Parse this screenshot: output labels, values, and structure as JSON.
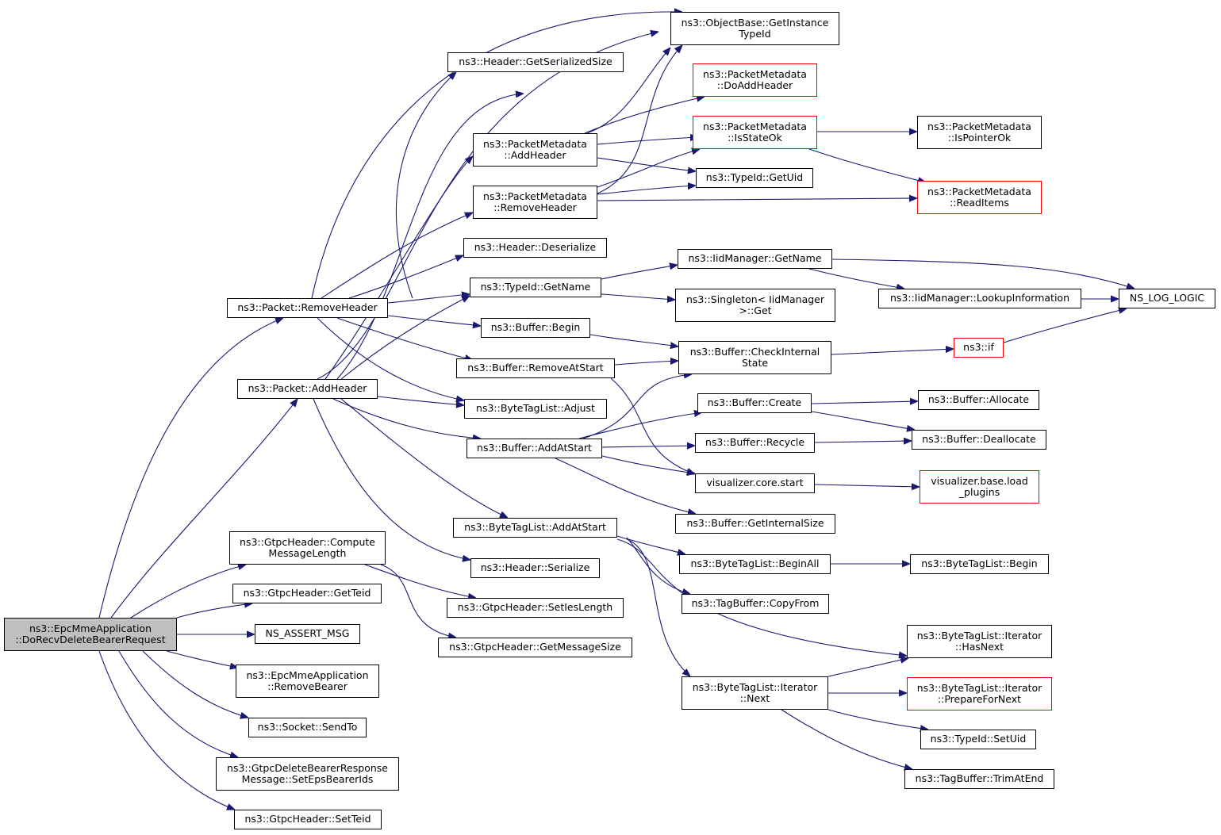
{
  "graph": {
    "edge_color": "#191970",
    "border_colors": {
      "normal": "#000000",
      "truncated": "#ff0000"
    },
    "root_fill": "#bfbfbf",
    "nodes": {
      "root": {
        "lines": [
          "ns3::EpcMmeApplication",
          "::DoRecvDeleteBearerRequest"
        ],
        "style": "root"
      },
      "removeHeader": {
        "lines": [
          "ns3::Packet::RemoveHeader"
        ],
        "style": "normal"
      },
      "addHeader": {
        "lines": [
          "ns3::Packet::AddHeader"
        ],
        "style": "normal"
      },
      "computeLen": {
        "lines": [
          "ns3::GtpcHeader::Compute",
          "MessageLength"
        ],
        "style": "normal"
      },
      "getTeid": {
        "lines": [
          "ns3::GtpcHeader::GetTeid"
        ],
        "style": "normal"
      },
      "nsAssert": {
        "lines": [
          "NS_ASSERT_MSG"
        ],
        "style": "normal"
      },
      "removeBearer": {
        "lines": [
          "ns3::EpcMmeApplication",
          "::RemoveBearer"
        ],
        "style": "normal"
      },
      "sendTo": {
        "lines": [
          "ns3::Socket::SendTo"
        ],
        "style": "normal"
      },
      "setEps": {
        "lines": [
          "ns3::GtpcDeleteBearerResponse",
          "Message::SetEpsBearerIds"
        ],
        "style": "normal"
      },
      "setTeid": {
        "lines": [
          "ns3::GtpcHeader::SetTeid"
        ],
        "style": "normal"
      },
      "getInstTid": {
        "lines": [
          "ns3::ObjectBase::GetInstance",
          "TypeId"
        ],
        "style": "normal"
      },
      "getSerSize": {
        "lines": [
          "ns3::Header::GetSerializedSize"
        ],
        "style": "normal"
      },
      "pmAddHeader": {
        "lines": [
          "ns3::PacketMetadata",
          "::AddHeader"
        ],
        "style": "normal"
      },
      "pmRemoveHeader": {
        "lines": [
          "ns3::PacketMetadata",
          "::RemoveHeader"
        ],
        "style": "normal"
      },
      "hdrDeser": {
        "lines": [
          "ns3::Header::Deserialize"
        ],
        "style": "normal"
      },
      "tidGetName": {
        "lines": [
          "ns3::TypeId::GetName"
        ],
        "style": "normal"
      },
      "bufBegin": {
        "lines": [
          "ns3::Buffer::Begin"
        ],
        "style": "normal"
      },
      "bufRemAtStart": {
        "lines": [
          "ns3::Buffer::RemoveAtStart"
        ],
        "style": "normal"
      },
      "btlAdjust": {
        "lines": [
          "ns3::ByteTagList::Adjust"
        ],
        "style": "normal"
      },
      "bufAddAtStart": {
        "lines": [
          "ns3::Buffer::AddAtStart"
        ],
        "style": "normal"
      },
      "btlAddAtStart": {
        "lines": [
          "ns3::ByteTagList::AddAtStart"
        ],
        "style": "normal"
      },
      "hdrSerialize": {
        "lines": [
          "ns3::Header::Serialize"
        ],
        "style": "normal"
      },
      "setIesLen": {
        "lines": [
          "ns3::GtpcHeader::SetIesLength"
        ],
        "style": "normal"
      },
      "getMsgSize": {
        "lines": [
          "ns3::GtpcHeader::GetMessageSize"
        ],
        "style": "normal"
      },
      "pmDoAddHeader": {
        "lines": [
          "ns3::PacketMetadata",
          "::DoAddHeader"
        ],
        "style": "truncated"
      },
      "pmIsStateOk": {
        "lines": [
          "ns3::PacketMetadata",
          "::IsStateOk"
        ],
        "style": "truncated"
      },
      "tidGetUid": {
        "lines": [
          "ns3::TypeId::GetUid"
        ],
        "style": "normal"
      },
      "iidGetName": {
        "lines": [
          "ns3::IidManager::GetName"
        ],
        "style": "normal"
      },
      "singletonGet": {
        "lines": [
          "ns3::Singleton< IidManager",
          ">::Get"
        ],
        "style": "normal"
      },
      "bufCheckInt": {
        "lines": [
          "ns3::Buffer::CheckInternal",
          "State"
        ],
        "style": "normal"
      },
      "bufCreate": {
        "lines": [
          "ns3::Buffer::Create"
        ],
        "style": "normal"
      },
      "bufRecycle": {
        "lines": [
          "ns3::Buffer::Recycle"
        ],
        "style": "normal"
      },
      "vizStart": {
        "lines": [
          "visualizer.core.start"
        ],
        "style": "normal"
      },
      "bufGetIntSize": {
        "lines": [
          "ns3::Buffer::GetInternalSize"
        ],
        "style": "normal"
      },
      "btlBeginAll": {
        "lines": [
          "ns3::ByteTagList::BeginAll"
        ],
        "style": "normal"
      },
      "tbCopyFrom": {
        "lines": [
          "ns3::TagBuffer::CopyFrom"
        ],
        "style": "normal"
      },
      "btlItNext": {
        "lines": [
          "ns3::ByteTagList::Iterator",
          "::Next"
        ],
        "style": "normal"
      },
      "pmIsPtrOk": {
        "lines": [
          "ns3::PacketMetadata",
          "::IsPointerOk"
        ],
        "style": "normal"
      },
      "pmReadItems": {
        "lines": [
          "ns3::PacketMetadata",
          "::ReadItems"
        ],
        "style": "truncated"
      },
      "iidLookup": {
        "lines": [
          "ns3::IidManager::LookupInformation"
        ],
        "style": "normal"
      },
      "nsIf": {
        "lines": [
          "ns3::if"
        ],
        "style": "truncated"
      },
      "bufAllocate": {
        "lines": [
          "ns3::Buffer::Allocate"
        ],
        "style": "normal"
      },
      "bufDeallocate": {
        "lines": [
          "ns3::Buffer::Deallocate"
        ],
        "style": "normal"
      },
      "vizLoadPlugins": {
        "lines": [
          "visualizer.base.load",
          "_plugins"
        ],
        "style": "truncated"
      },
      "btlBegin": {
        "lines": [
          "ns3::ByteTagList::Begin"
        ],
        "style": "normal"
      },
      "btlItHasNext": {
        "lines": [
          "ns3::ByteTagList::Iterator",
          "::HasNext"
        ],
        "style": "normal"
      },
      "btlItPrep": {
        "lines": [
          "ns3::ByteTagList::Iterator",
          "::PrepareForNext"
        ],
        "style": "truncated"
      },
      "tidSetUid": {
        "lines": [
          "ns3::TypeId::SetUid"
        ],
        "style": "normal"
      },
      "tbTrimAtEnd": {
        "lines": [
          "ns3::TagBuffer::TrimAtEnd"
        ],
        "style": "normal"
      },
      "nsLogLogic": {
        "lines": [
          "NS_LOG_LOGIC"
        ],
        "style": "normal"
      }
    }
  }
}
